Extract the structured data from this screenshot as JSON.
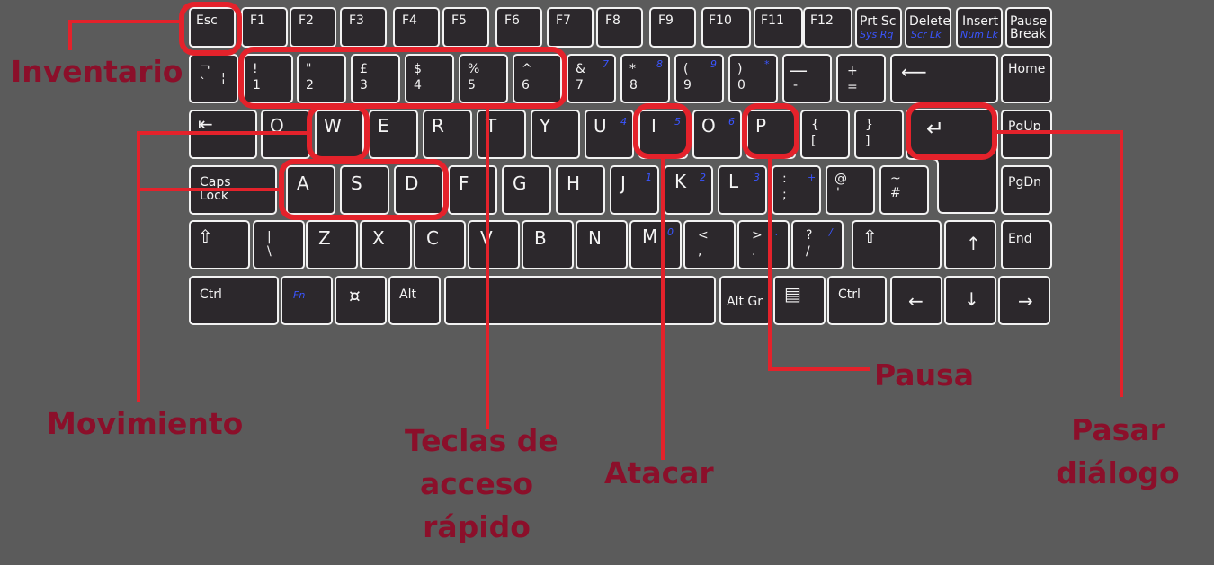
{
  "colors": {
    "background": "#5b5b5b",
    "key_fill": "#2c282c",
    "key_border": "#f2f2f2",
    "highlight": "#e4222b",
    "callout_text": "#8b0f2a",
    "fn_legend": "#3a55ff"
  },
  "keys": {
    "esc": "Esc",
    "f1": "F1",
    "f2": "F2",
    "f3": "F3",
    "f4": "F4",
    "f5": "F5",
    "f6": "F6",
    "f7": "F7",
    "f8": "F8",
    "f9": "F9",
    "f10": "F10",
    "f11": "F11",
    "f12": "F12",
    "prtsc": "Prt Sc",
    "sysrq": "Sys Rq",
    "delete": "Delete",
    "scrlk": "Scr Lk",
    "insert": "Insert",
    "numlk": "Num Lk",
    "pause": "Pause",
    "break": "Break",
    "tilde_top": "¬",
    "tilde_bottom": "`",
    "pipe_top": "¦",
    "k1_top": "!",
    "k1": "1",
    "k2_top": "\"",
    "k2": "2",
    "k3_top": "£",
    "k3": "3",
    "k4_top": "$",
    "k4": "4",
    "k5_top": "%",
    "k5": "5",
    "k6_top": "^",
    "k6": "6",
    "k7_top": "&",
    "k7": "7",
    "k7_fn": "7",
    "k8_top": "*",
    "k8": "8",
    "k8_fn": "8",
    "k9_top": "(",
    "k9": "9",
    "k9_fn": "9",
    "k0_top": ")",
    "k0": "0",
    "k0_fn": "*",
    "minus_top": "—",
    "minus": "-",
    "plus_top": "+",
    "equals": "=",
    "backspace_icon": "⟵",
    "home": "Home",
    "tab_icon": "⇤",
    "q": "Q",
    "w": "W",
    "e": "E",
    "r": "R",
    "t": "T",
    "y": "Y",
    "u": "U",
    "u_fn": "4",
    "i": "I",
    "i_fn": "5",
    "o": "O",
    "o_fn": "6",
    "p": "P",
    "lbrace": "{",
    "lbracket": "[",
    "rbrace": "}",
    "rbracket": "]",
    "enter_icon": "↵",
    "pgup": "PgUp",
    "caps_line1": "Caps",
    "caps_line2": "Lock",
    "a": "A",
    "s": "S",
    "d": "D",
    "f": "F",
    "g": "G",
    "h": "H",
    "j": "J",
    "j_fn": "1",
    "k": "K",
    "k_fn": "2",
    "l": "L",
    "l_fn": "3",
    "colon": ":",
    "semicolon": ";",
    "semicolon_fn": "+",
    "at": "@",
    "apostrophe": "'",
    "tilde": "~",
    "hash": "#",
    "pgdn": "PgDn",
    "shift_icon": "⇧",
    "backslash_top": "|",
    "backslash": "\\",
    "z": "Z",
    "x": "X",
    "c": "C",
    "v": "V",
    "b": "B",
    "n": "N",
    "m": "M",
    "m_fn": "0",
    "lt": "<",
    "comma": ",",
    "gt": ">",
    "period": ".",
    "period_fn": ".",
    "question": "?",
    "slash": "/",
    "slash_fn": "/",
    "up_icon": "↑",
    "end": "End",
    "ctrl": "Ctrl",
    "fn": "Fn",
    "win_icon": "¤",
    "alt": "Alt",
    "altgr": "Alt Gr",
    "menu_icon": "▤",
    "left_icon": "←",
    "down_icon": "↓",
    "right_icon": "→"
  },
  "callouts": {
    "inventario": "Inventario",
    "movimiento": "Movimiento",
    "teclas_line1": "Teclas de",
    "teclas_line2": "acceso",
    "teclas_line3": "rápido",
    "atacar": "Atacar",
    "pausa": "Pausa",
    "pasar_line1": "Pasar",
    "pasar_line2": "diálogo"
  }
}
